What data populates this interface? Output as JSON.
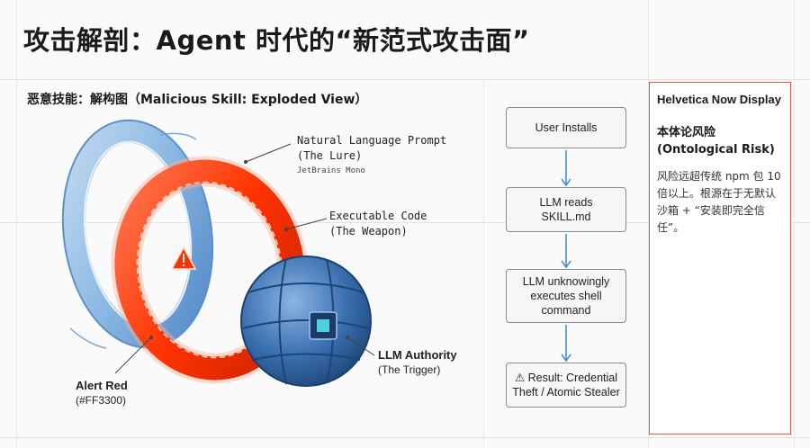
{
  "page_title": "攻击解剖：Agent 时代的“新范式攻击面”",
  "section_title": "恶意技能：解构图（Malicious Skill: Exploded View）",
  "annotations": {
    "lure_line1": "Natural Language Prompt",
    "lure_line2": "(The Lure)",
    "lure_font": "JetBrains Mono",
    "weapon_line1": "Executable Code",
    "weapon_line2": "(The Weapon)",
    "trigger_line1": "LLM Authority",
    "trigger_line2": "(The Trigger)",
    "alert_line1": "Alert Red",
    "alert_line2": "(#FF3300)"
  },
  "flow": [
    {
      "line1": "User Installs",
      "line2": "",
      "line3": ""
    },
    {
      "line1": "LLM reads",
      "line2": "SKILL.md",
      "line3": ""
    },
    {
      "line1": "LLM unknowingly",
      "line2": "executes shell",
      "line3": "command"
    },
    {
      "line1": "⚠ Result: Credential",
      "line2": "Theft / Atomic Stealer",
      "line3": ""
    }
  ],
  "risk": {
    "font_label": "Helvetica Now Display",
    "title_line1": "本体论风险",
    "title_line2": "(Ontological Risk)",
    "body_line1": "风险远超传统 npm 包 10",
    "body_line2": "倍以上。根源在于无默认",
    "body_line3": "沙箱 + “安装即完全信任”。"
  },
  "colors": {
    "alert_red": "#FF3300",
    "ring_blue": "#6fa3d8",
    "sphere_blue": "#3a6fb0",
    "flow_arrow": "#3f86c9",
    "card_border": "#e05a4a"
  },
  "icons": [
    "warning-icon",
    "chip-icon"
  ]
}
